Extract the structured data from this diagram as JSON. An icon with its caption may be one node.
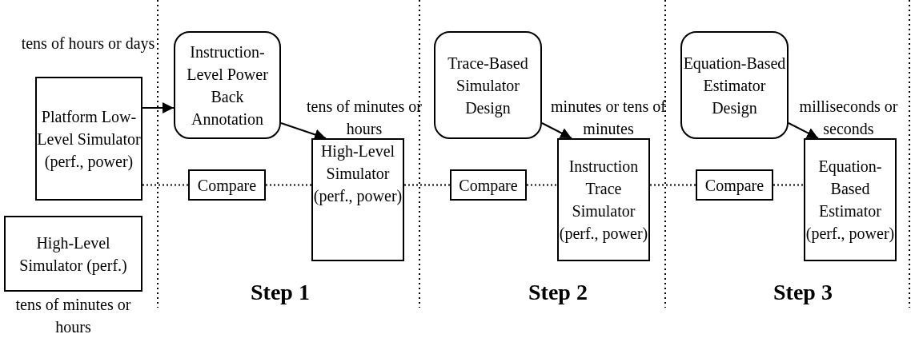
{
  "diagram": {
    "nodes": [
      {
        "text": [
          "Platform Low-Level Simulator (perf., power)"
        ],
        "beside": [
          "tens of hours or days"
        ]
      },
      {
        "text": [
          "High-Level Simulator (perf.)"
        ],
        "beside": [
          "tens of minutes or hours"
        ]
      },
      {
        "text": [
          "Instruction-Level Power Back Annotation"
        ]
      },
      {
        "text": [
          "Compare"
        ]
      },
      {
        "text": [
          "High-Level Simulator (perf., power)"
        ],
        "beside": [
          "tens of minutes or hours"
        ]
      },
      {
        "text": [
          "Trace-Based Simulator Design"
        ]
      },
      {
        "text": [
          "Compare"
        ]
      },
      {
        "text": [
          "Instruction Trace Simulator (perf., power)"
        ],
        "beside": [
          "minutes or tens of minutes"
        ]
      },
      {
        "text": [
          "Equation-Based Estimator Design"
        ]
      },
      {
        "text": [
          "Compare"
        ]
      },
      {
        "text": [
          "Equation-Based Estimator (perf., power)"
        ],
        "beside": [
          "milliseconds or seconds"
        ]
      }
    ],
    "edges": [
      {
        "from": 0,
        "to": 2,
        "arrow": "to"
      },
      {
        "from": 2,
        "to": 4,
        "arrow": "to"
      },
      {
        "from": 5,
        "to": 7,
        "arrow": "to"
      },
      {
        "from": 8,
        "to": 10,
        "arrow": "to"
      },
      {
        "from": 0,
        "to": 3,
        "arrow": "none",
        "style": "dashed"
      },
      {
        "from": 3,
        "to": 4,
        "arrow": "none",
        "style": "dashed"
      },
      {
        "from": 4,
        "to": 6,
        "arrow": "none",
        "style": "dashed"
      },
      {
        "from": 6,
        "to": 7,
        "arrow": "none",
        "style": "dashed"
      },
      {
        "from": 7,
        "to": 9,
        "arrow": "none",
        "style": "dashed"
      },
      {
        "from": 9,
        "to": 10,
        "arrow": "none",
        "style": "dashed"
      }
    ],
    "labels": [
      "Step 1",
      "Step 2",
      "Step 3"
    ]
  }
}
